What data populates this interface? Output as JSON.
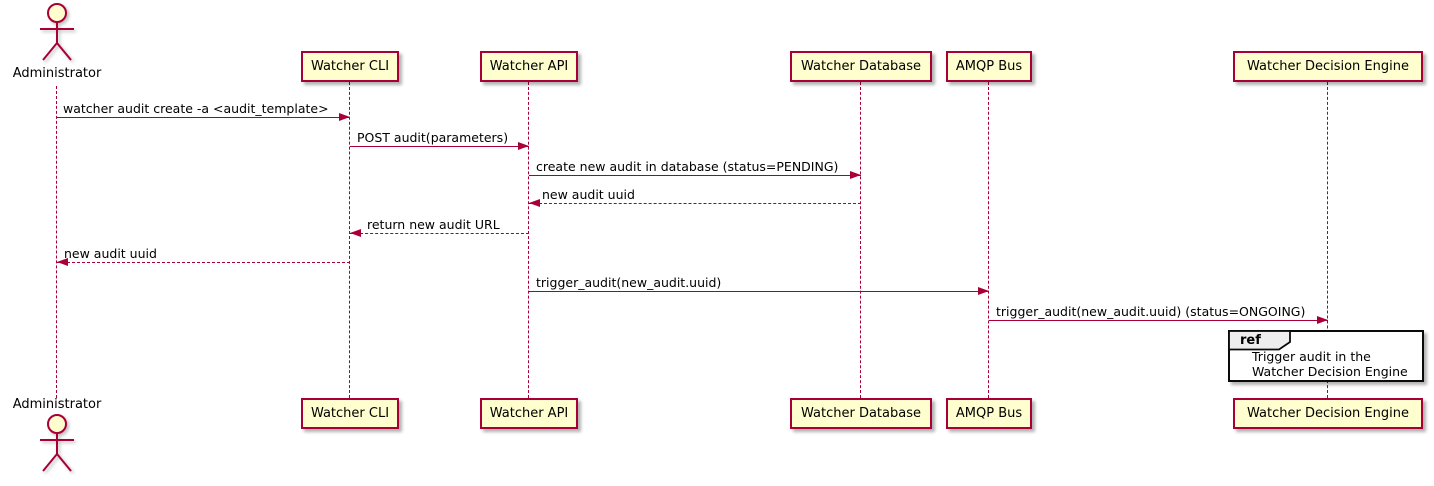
{
  "diagram_type": "uml-sequence",
  "colors": {
    "background": "#FFFFFF",
    "participant_fill": "#FEFECE",
    "participant_border": "#A80036",
    "arrow": "#A80036",
    "lifeline": "#A80036",
    "text": "#000000",
    "ref_border": "#0A0A0A",
    "ref_header_fill": "#EEEEEE"
  },
  "actor": {
    "label": "Administrator"
  },
  "participants": [
    {
      "label": "Watcher CLI"
    },
    {
      "label": "Watcher API"
    },
    {
      "label": "Watcher Database"
    },
    {
      "label": "AMQP Bus"
    },
    {
      "label": "Watcher Decision Engine"
    }
  ],
  "messages": [
    {
      "from": "Administrator",
      "to": "Watcher CLI",
      "style": "solid",
      "text": "watcher audit create -a <audit_template>"
    },
    {
      "from": "Watcher CLI",
      "to": "Watcher API",
      "style": "solid",
      "text": "POST audit(parameters)"
    },
    {
      "from": "Watcher API",
      "to": "Watcher Database",
      "style": "solid",
      "text": "create new audit in database (status=PENDING)"
    },
    {
      "from": "Watcher Database",
      "to": "Watcher API",
      "style": "dashed",
      "text": "new audit uuid"
    },
    {
      "from": "Watcher API",
      "to": "Watcher CLI",
      "style": "dashed",
      "text": "return new audit URL"
    },
    {
      "from": "Watcher CLI",
      "to": "Administrator",
      "style": "dashed",
      "text": "new audit uuid"
    },
    {
      "from": "Watcher API",
      "to": "AMQP Bus",
      "style": "solid",
      "text": "trigger_audit(new_audit.uuid)"
    },
    {
      "from": "AMQP Bus",
      "to": "Watcher Decision Engine",
      "style": "solid",
      "text": "trigger_audit(new_audit.uuid) (status=ONGOING)"
    }
  ],
  "ref_fragment": {
    "keyword": "ref",
    "over": "Watcher Decision Engine",
    "lines": [
      "Trigger audit in the",
      "Watcher Decision Engine"
    ]
  }
}
